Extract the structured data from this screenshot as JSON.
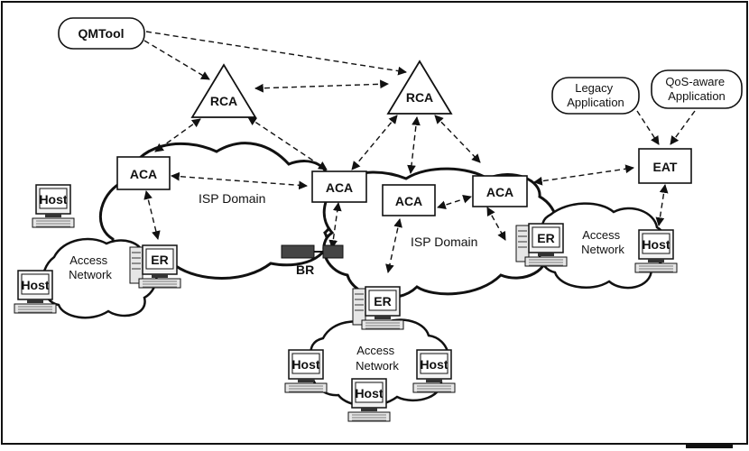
{
  "colors": {
    "ink": "#111111",
    "screen": "#e6e6e6",
    "pc_body": "#f2f2f2",
    "dark": "#333333"
  },
  "nodes": {
    "qmtool": "QMTool",
    "rca_left": "RCA",
    "rca_right": "RCA",
    "legacy_app": "Legacy\nApplication",
    "qos_app": "QoS-aware\nApplication",
    "aca_left": "ACA",
    "aca_center_left": "ACA",
    "aca_center": "ACA",
    "aca_right": "ACA",
    "eat": "EAT",
    "er_left": "ER",
    "er_center": "ER",
    "er_right": "ER",
    "br": "BR"
  },
  "clouds": {
    "isp_left": "ISP Domain",
    "isp_center": "ISP Domain",
    "access_left": "Access\nNetwork",
    "access_bottom": "Access\nNetwork",
    "access_right": "Access\nNetwork"
  },
  "hosts": {
    "host_left_top": "Host",
    "host_left_bottom": "Host",
    "host_bottom_left": "Host",
    "host_bottom_right": "Host",
    "host_bottom_center": "Host",
    "host_right": "Host"
  }
}
